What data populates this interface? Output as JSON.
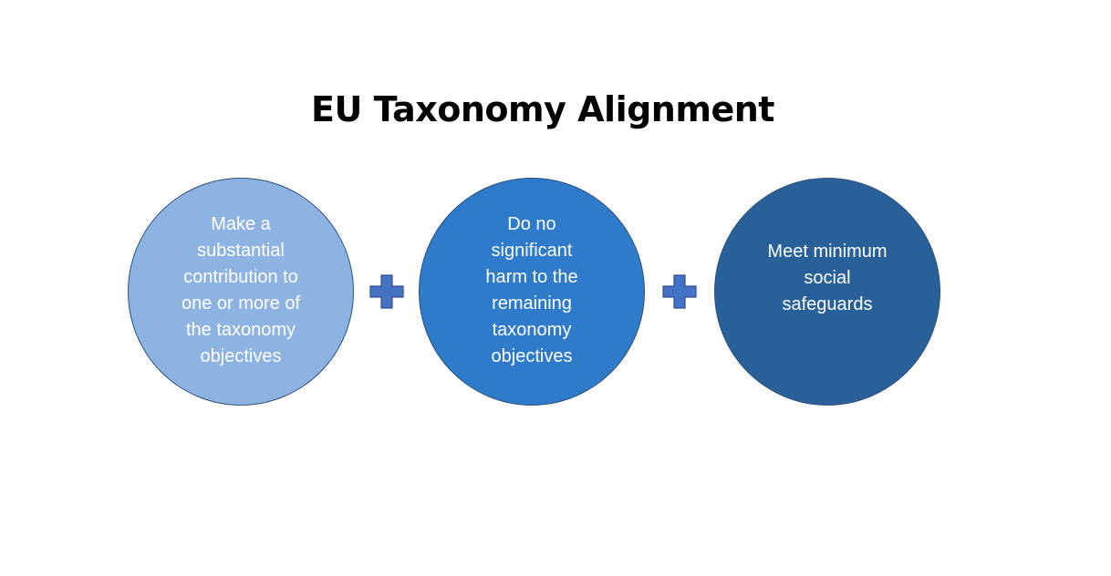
{
  "title": "EU Taxonomy Alignment",
  "colors": {
    "circle_1": "#8db3e2",
    "circle_2": "#2e7bcb",
    "circle_3": "#28619a",
    "circle_border": "#2f4f7f",
    "plus_fill": "#4472c4",
    "plus_border": "#2f528f",
    "label_text": "#ffffff"
  },
  "circles": [
    {
      "label": "Make a\nsubstantial\ncontribution to\none or more of\nthe taxonomy\nobjectives"
    },
    {
      "label": "Do no\nsignificant\nharm to the\nremaining\ntaxonomy\nobjectives"
    },
    {
      "label": "Meet minimum\nsocial\nsafeguards"
    }
  ],
  "connectors": [
    {
      "icon": "plus-icon"
    },
    {
      "icon": "plus-icon"
    }
  ]
}
